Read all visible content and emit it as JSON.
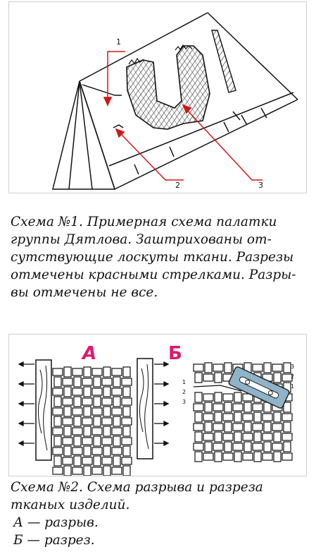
{
  "figure1": {
    "labels": {
      "one": "1",
      "two": "2",
      "three": "3"
    },
    "colors": {
      "arrow": "#d01818",
      "hatch": "#222222"
    }
  },
  "caption1": {
    "lines": [
      "Схема №1. Примерная схема палатки",
      "группы Дятлова. Заштрихованы от-",
      "сутствующие лоскуты ткани. Разрезы",
      "отмечены красными стрелками. Разры-",
      "вы отмечены не все."
    ]
  },
  "figure2": {
    "label_a": "А",
    "label_b": "Б",
    "thread_numbers_left": [
      "1",
      "2",
      "3"
    ],
    "thread_numbers_right": [
      "3",
      "2",
      "1"
    ],
    "colors": {
      "label": "#e0186c"
    }
  },
  "caption2": {
    "title": "Схема №2. Схема разрыва и разреза тканых изделий.",
    "title_line1": "Схема №2. Схема разрыва и разреза",
    "title_line2": "тканых изделий.",
    "legend": [
      "А — разрыв.",
      "Б — разрез."
    ]
  }
}
